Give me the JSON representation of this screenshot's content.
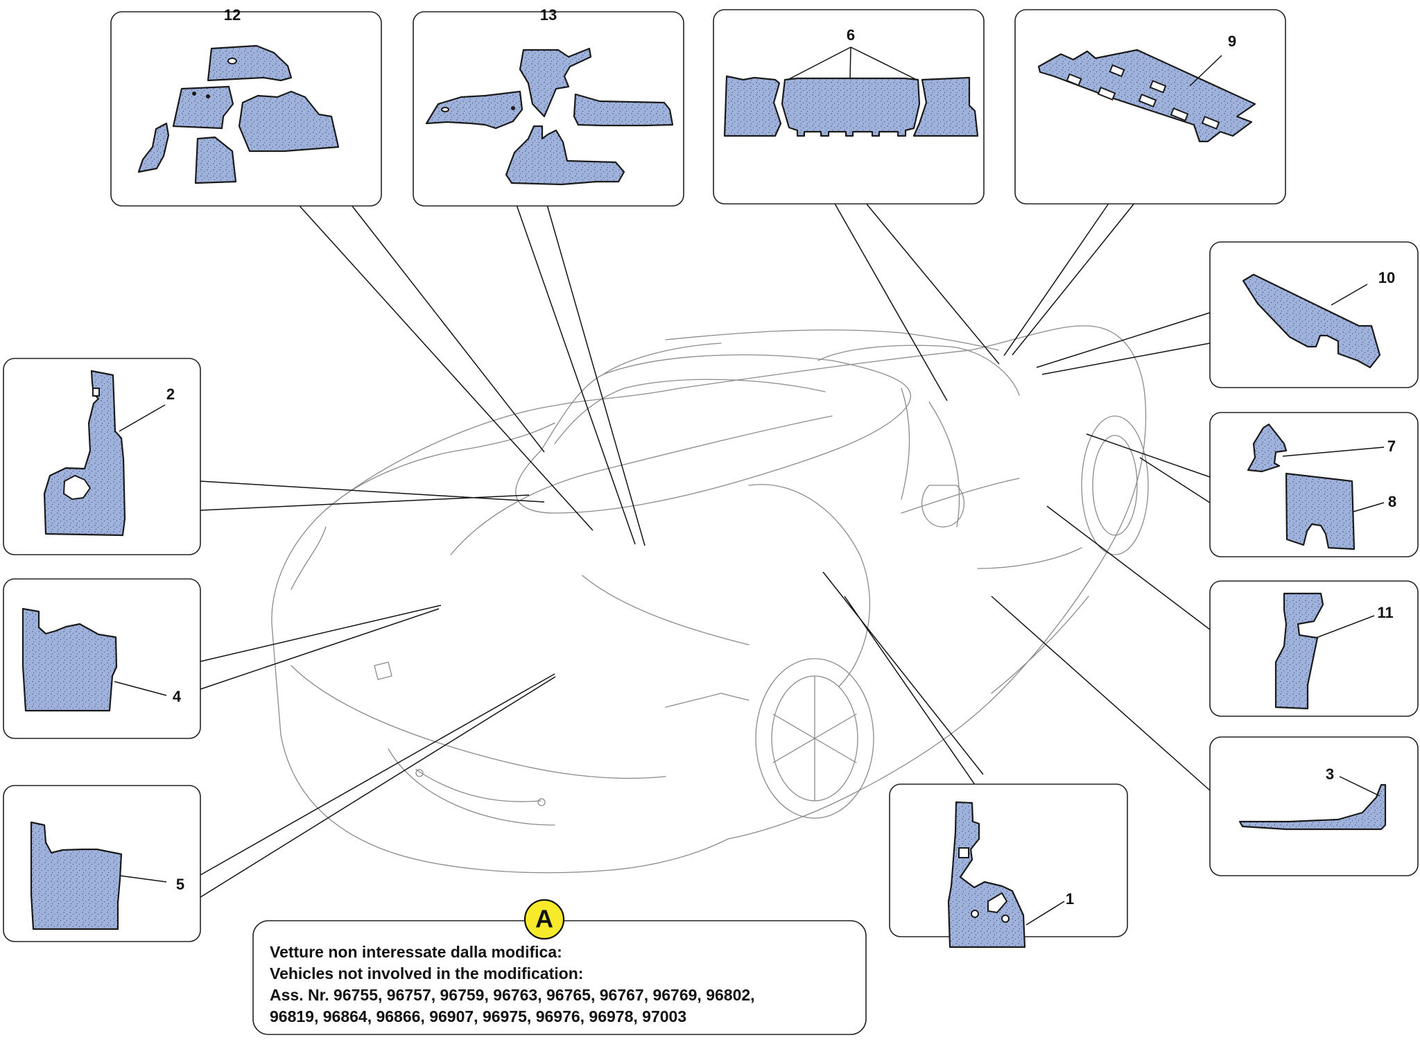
{
  "colors": {
    "part_fill": "#9fb2dc",
    "badge_fill": "#f6ea2a",
    "line": "#111111",
    "car_outline": "#8a8a8a"
  },
  "callouts": {
    "n1": "1",
    "n2": "2",
    "n3": "3",
    "n4": "4",
    "n5": "5",
    "n6": "6",
    "n7": "7",
    "n8": "8",
    "n9": "9",
    "n10": "10",
    "n11": "11",
    "n12": "12",
    "n13": "13"
  },
  "note": {
    "badge": "A",
    "line1": "Vetture non interessate dalla modifica:",
    "line2": "Vehicles not involved in the modification:",
    "line3": "Ass. Nr. 96755, 96757, 96759, 96763, 96765, 96767, 96769, 96802,",
    "line4": "96819, 96864, 96866, 96907, 96975, 96976, 96978, 97003"
  }
}
